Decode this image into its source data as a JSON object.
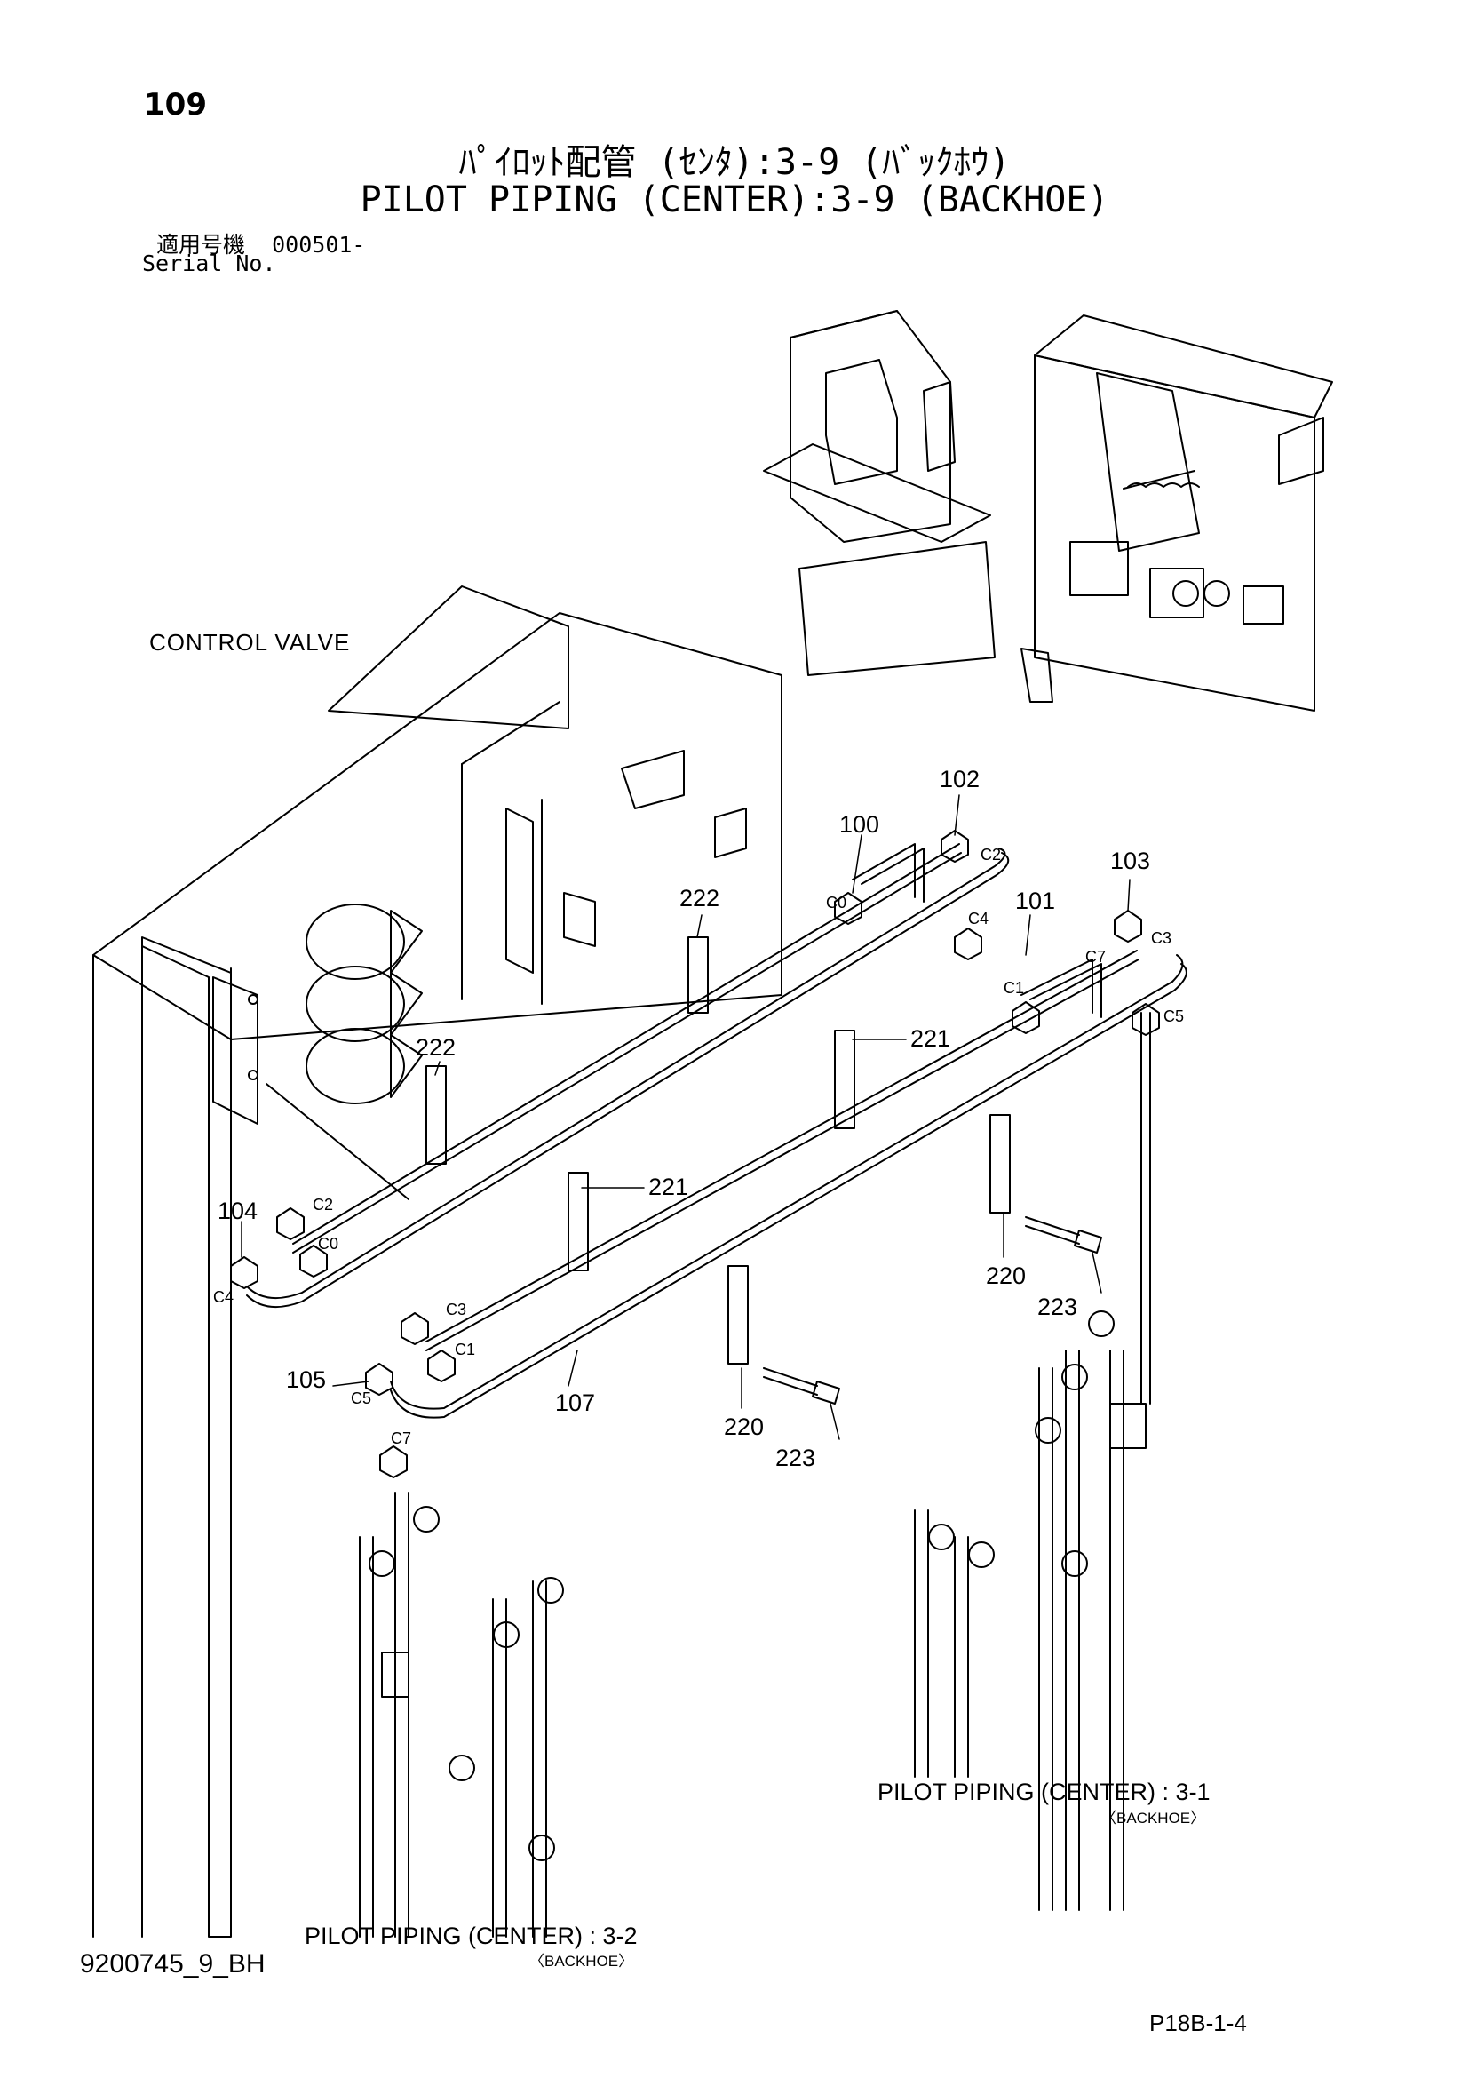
{
  "header": {
    "page_number": "109",
    "title_jp": "ﾊﾟｲﾛｯﾄ配管 (ｾﾝﾀ):3-9 (ﾊﾞｯｸﾎｳ)",
    "title_en": "PILOT PIPING (CENTER):3-9 (BACKHOE)",
    "serial_label_jp": "適用号機",
    "serial_value": "000501-",
    "serial_label_en": "Serial No."
  },
  "labels": {
    "control_valve": "CONTROL VALVE",
    "ref_31_main": "PILOT PIPING (CENTER) : 3-1",
    "ref_31_sub": "〈BACKHOE〉",
    "ref_32_main": "PILOT PIPING (CENTER) : 3-2",
    "ref_32_sub": "〈BACKHOE〉"
  },
  "callouts": {
    "p100": "100",
    "p101": "101",
    "p102": "102",
    "p103": "103",
    "p104": "104",
    "p105": "105",
    "p107": "107",
    "p220a": "220",
    "p220b": "220",
    "p221a": "221",
    "p221b": "221",
    "p222a": "222",
    "p222b": "222",
    "p223a": "223",
    "p223b": "223"
  },
  "ports": {
    "c0a": "C0",
    "c0b": "C0",
    "c1a": "C1",
    "c1b": "C1",
    "c2a": "C2",
    "c2b": "C2",
    "c3a": "C3",
    "c3b": "C3",
    "c4a": "C4",
    "c4b": "C4",
    "c5a": "C5",
    "c5b": "C5",
    "c7a": "C7",
    "c7b": "C7"
  },
  "footer": {
    "drawing_code": "9200745_9_BH",
    "page_ref": "P18B-1-4"
  }
}
